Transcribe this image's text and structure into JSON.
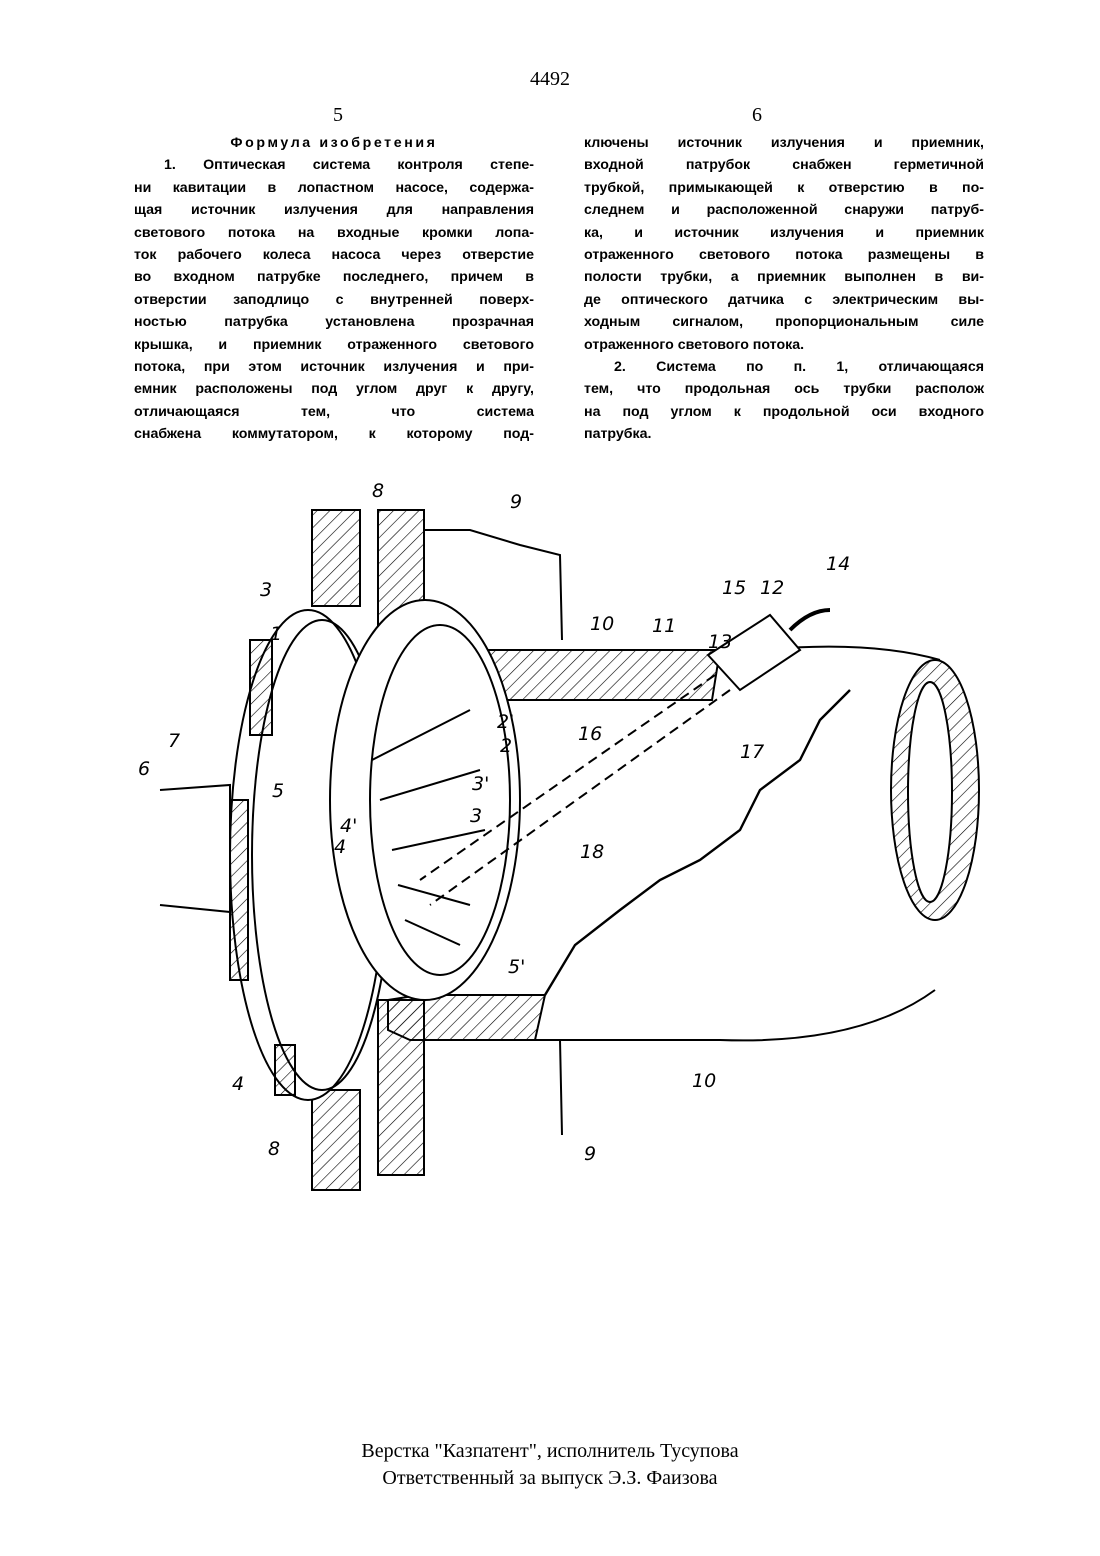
{
  "page_number": "4492",
  "column_numbers": {
    "left": "5",
    "right": "6"
  },
  "claims": {
    "heading": "Формула изобретения",
    "left_lines": [
      "1. Оптическая система контроля степе-",
      "ни кавитации в лопастном насосе, содержа-",
      "щая источник излучения для направления",
      "светового потока на входные кромки лопа-",
      "ток рабочего колеса насоса через отверстие",
      "во входном патрубке последнего, причем в",
      "отверстии заподлицо с внутренней поверх-",
      "ностью патрубка установлена прозрачная",
      "крышка, и приемник отраженного светового",
      "потока, при этом источник излучения и при-",
      "емник расположены под углом друг к другу,",
      "отличающаяся тем, что система",
      "снабжена коммутатором, к которому под-"
    ],
    "right_lines": [
      "ключены источник излучения и приемник,",
      "входной патрубок снабжен герметичной",
      "трубкой, примыкающей к отверстию в по-",
      "следнем и расположенной снаружи патруб-",
      "ка, и источник излучения и приемник",
      "отраженного светового потока размещены в",
      "полости трубки, а приемник выполнен в ви-",
      "де оптического датчика с электрическим вы-",
      "ходным сигналом, пропорциональным силе",
      "отраженного светового потока.",
      "2. Система по п. 1, отличающаяся",
      "тем, что продольная ось трубки располож",
      "на под углом к продольной оси входного",
      "патрубка."
    ]
  },
  "figure_labels": [
    "1",
    "2",
    "2'",
    "3",
    "3'",
    "3",
    "4",
    "4'",
    "4",
    "5",
    "5'",
    "6",
    "7",
    "8",
    "8",
    "9",
    "9",
    "10",
    "10",
    "11",
    "12",
    "13",
    "14",
    "15",
    "16",
    "17",
    "18"
  ],
  "footer": {
    "line1": "Верстка \"Казпатент\", исполнитель Тусупова",
    "line2": "Ответственный за выпуск Э.З. Фаизова"
  }
}
